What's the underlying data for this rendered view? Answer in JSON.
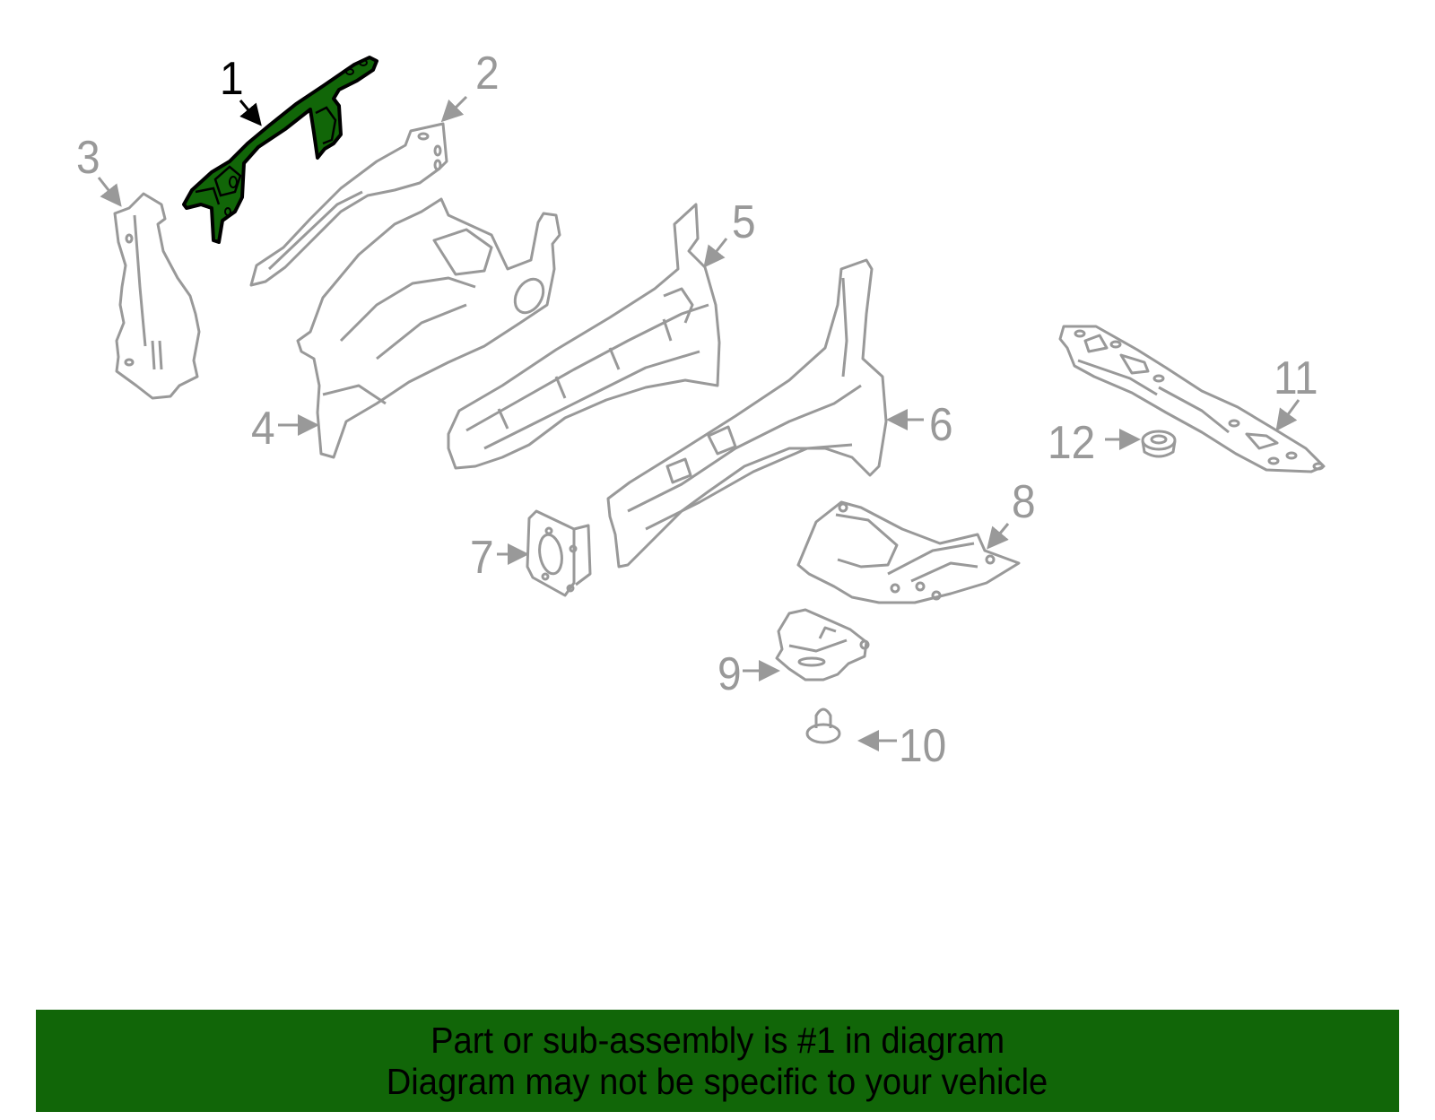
{
  "diagram": {
    "highlight_color": "#116608",
    "part_stroke_color": "#999999",
    "highlight_stroke_color": "#000000",
    "callouts": [
      {
        "number": "1",
        "highlighted": true
      },
      {
        "number": "2",
        "highlighted": false
      },
      {
        "number": "3",
        "highlighted": false
      },
      {
        "number": "4",
        "highlighted": false
      },
      {
        "number": "5",
        "highlighted": false
      },
      {
        "number": "6",
        "highlighted": false
      },
      {
        "number": "7",
        "highlighted": false
      },
      {
        "number": "8",
        "highlighted": false
      },
      {
        "number": "9",
        "highlighted": false
      },
      {
        "number": "10",
        "highlighted": false
      },
      {
        "number": "11",
        "highlighted": false
      },
      {
        "number": "12",
        "highlighted": false
      }
    ]
  },
  "banner": {
    "line1": "Part or sub-assembly is #1 in diagram",
    "line2": "Diagram may not be specific to your vehicle",
    "background": "#116608"
  }
}
